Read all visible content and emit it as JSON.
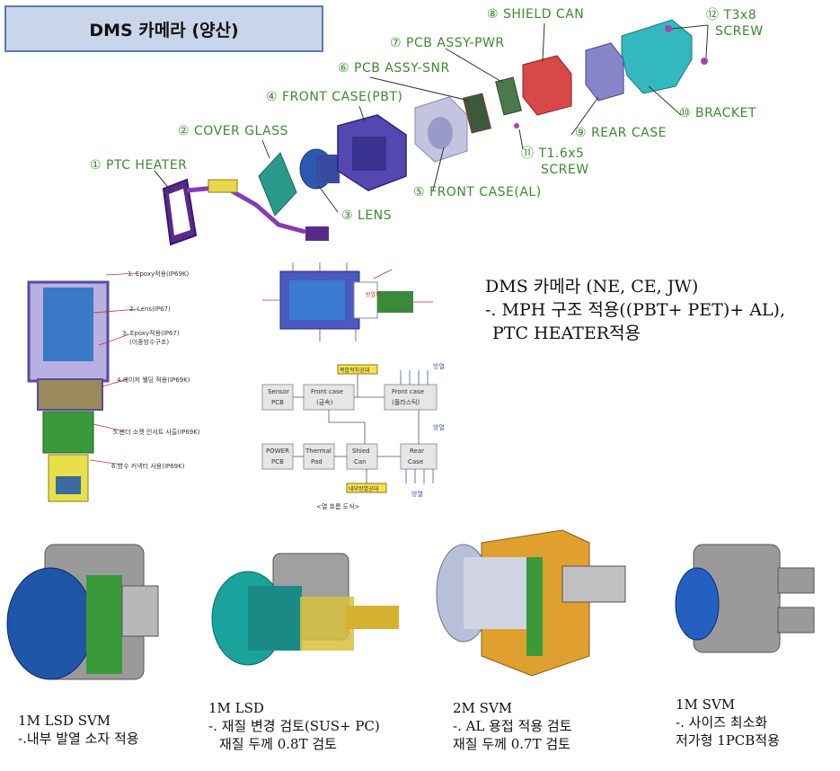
{
  "title": "DMS 카메라 (양산)",
  "exploded_parts": [
    {
      "num": "①",
      "label": "PTC HEATER"
    },
    {
      "num": "②",
      "label": "COVER GLASS"
    },
    {
      "num": "③",
      "label": "LENS"
    },
    {
      "num": "④",
      "label": "FRONT CASE(PBT)"
    },
    {
      "num": "⑤",
      "label": "FRONT CASE(AL)"
    },
    {
      "num": "⑥",
      "label": "PCB ASSY-SNR"
    },
    {
      "num": "⑦",
      "label": "PCB ASSY-PWR"
    },
    {
      "num": "⑧",
      "label": "SHIELD CAN"
    },
    {
      "num": "⑨",
      "label": "REAR CASE"
    },
    {
      "num": "⑩",
      "label": "BRACKET"
    },
    {
      "num": "⑪",
      "label": "T1.6x5",
      "label2": "SCREW"
    },
    {
      "num": "⑫",
      "label": "T3x8",
      "label2": "SCREW"
    }
  ],
  "section_notes": [
    "1. Epoxy적용(IP69K)",
    "2. Lens(IP67)",
    "3. Epoxy적용(IP67)",
    "(이중방수구조)",
    "4.레이저 웰딩 적용(IP69K)",
    "5.센더 소켓 인서트 사출(IP69K)",
    "6.방수 커넥터 사용(IP69K)"
  ],
  "heat_diagram": {
    "hot_label": "방열부",
    "sensor_pcb": [
      "Sensor",
      "PCB"
    ],
    "front_metal": [
      "Front case",
      "(금속)"
    ],
    "front_plastic": [
      "Front case",
      "(플라스틱)"
    ],
    "power_pcb": [
      "POWER",
      "PCB"
    ],
    "thermal_pad": [
      "Thermal",
      "Pad"
    ],
    "shield_can": [
      "Shied",
      "Can"
    ],
    "rear_case": [
      "Rear",
      "Case"
    ],
    "tag1": "복합적치공대",
    "tag2": "내부방열공대",
    "out1": "방열",
    "out2": "방열",
    "out3": "방열",
    "caption": "<열 흐름 도식>"
  },
  "description": {
    "line1": "DMS 카메라 (NE, CE, JW)",
    "line2": "-. MPH 구조 적용((PBT+ PET)+ AL),",
    "line3": "PTC HEATER적용"
  },
  "variants": [
    {
      "line1": "1M LSD SVM",
      "line2": "-.내부 발열 소자 적용"
    },
    {
      "line1": "1M LSD",
      "line2": "-. 재질 변경 검토(SUS+ PC)",
      "line3": "재질 두께 0.8T 검토"
    },
    {
      "line1": "2M SVM",
      "line2": "-. AL 용접 적용 검토",
      "line3": "재질 두께 0.7T 검토"
    },
    {
      "line1": "1M SVM",
      "line2": "-. 사이즈 최소화",
      "line3": "저가형 1PCB적용"
    }
  ],
  "colors": {
    "title_bg": "#c9d5ea",
    "title_border": "#5b79b4",
    "callout_text": "#3c8a2f"
  }
}
